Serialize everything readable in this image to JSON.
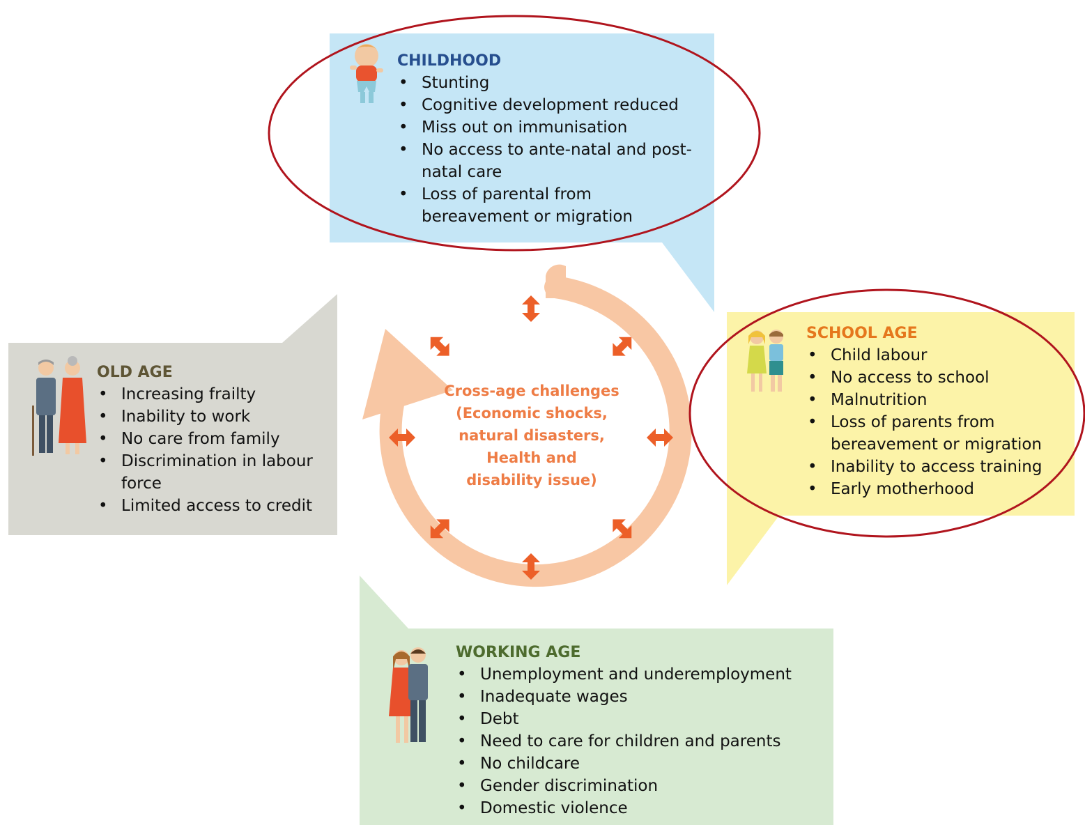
{
  "center_text": [
    "Cross-age challenges",
    "(Economic shocks,",
    "natural disasters,",
    "Health and",
    "disability issue)"
  ],
  "colors": {
    "childhood_bg": "#c5e6f6",
    "school_bg": "#fcf3a8",
    "old_bg": "#d8d8d1",
    "working_bg": "#d7ead2",
    "cycle": "#f8c7a4",
    "arrow": "#ec5f28",
    "ellipse": "#b0141d",
    "childhood_title": "#264e8e",
    "school_title": "#e5771d",
    "old_title": "#5e5535",
    "working_title": "#4d6b2e"
  },
  "stages": {
    "childhood": {
      "title": "CHILDHOOD",
      "icon": "baby-icon",
      "items": [
        "Stunting",
        "Cognitive development reduced",
        "Miss out on immunisation",
        "No access to ante-natal and post-natal care",
        "Loss of parental from bereavement or migration"
      ]
    },
    "school": {
      "title": "SCHOOL AGE",
      "icon": "children-icon",
      "items": [
        "Child labour",
        "No access to school",
        "Malnutrition",
        "Loss of parents from bereavement or migration",
        "Inability to access training",
        "Early motherhood"
      ]
    },
    "old": {
      "title": "OLD AGE",
      "icon": "elderly-couple-icon",
      "items": [
        "Increasing frailty",
        "Inability to work",
        "No care from family",
        "Discrimination in labour force",
        "Limited access to credit"
      ]
    },
    "working": {
      "title": "WORKING AGE",
      "icon": "adult-couple-icon",
      "items": [
        "Unemployment and underemployment",
        "Inadequate wages",
        "Debt",
        "Need to care for children and parents",
        "No childcare",
        "Gender discrimination",
        "Domestic violence"
      ]
    }
  }
}
